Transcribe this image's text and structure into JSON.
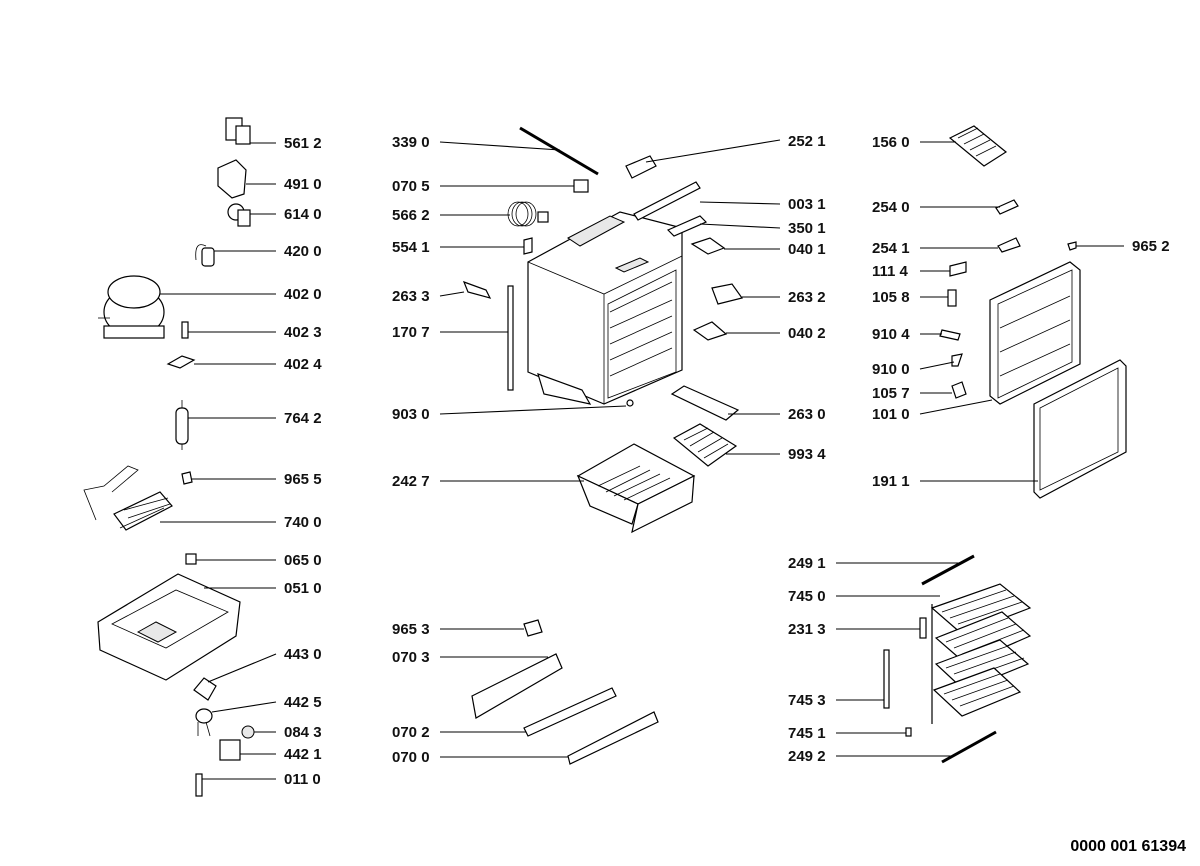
{
  "labels": {
    "l5612": "561 2",
    "l4910": "491 0",
    "l6140": "614 0",
    "l4200": "420 0",
    "l4020": "402 0",
    "l4023": "402 3",
    "l4024": "402 4",
    "l7642": "764 2",
    "l9655": "965 5",
    "l7400": "740 0",
    "l0650": "065 0",
    "l0510": "051 0",
    "l4430": "443 0",
    "l4425": "442 5",
    "l0843": "084 3",
    "l4421": "442 1",
    "l0110": "011 0",
    "l3390": "339 0",
    "l0705": "070 5",
    "l5662": "566 2",
    "l5541": "554 1",
    "l2633": "263 3",
    "l1707": "170 7",
    "l9030": "903 0",
    "l2427": "242 7",
    "l9653": "965 3",
    "l0703": "070 3",
    "l0702": "070 2",
    "l0700": "070 0",
    "l2521": "252 1",
    "l0031": "003 1",
    "l3501": "350 1",
    "l0401": "040 1",
    "l2632": "263 2",
    "l0402": "040 2",
    "l2630": "263 0",
    "l9934": "993 4",
    "l1560": "156 0",
    "l2540": "254 0",
    "l2541": "254 1",
    "l9652": "965 2",
    "l1114": "111 4",
    "l1058": "105 8",
    "l9104": "910 4",
    "l9100": "910 0",
    "l1057": "105 7",
    "l1010": "101 0",
    "l1911": "191 1",
    "l2491": "249 1",
    "l7450": "745 0",
    "l2313": "231 3",
    "l7453": "745 3",
    "l7451": "745 1",
    "l2492": "249 2"
  },
  "footer_code": "0000 001 61394"
}
